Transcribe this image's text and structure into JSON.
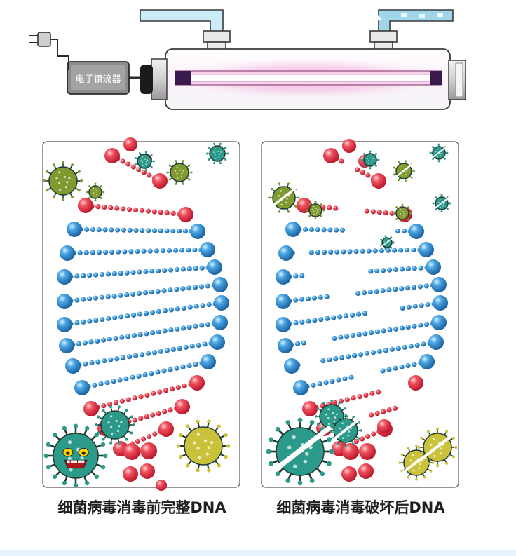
{
  "device": {
    "ballast_label": "电子镇流器"
  },
  "panels": {
    "left_caption": "细菌病毒消毒前完整DNA",
    "right_caption": "细菌病毒消毒破坏后DNA"
  },
  "colors": {
    "red_strand": "#e5303f",
    "blue_strand": "#3f95d6",
    "virus_green": "#2b9a8a",
    "virus_olive": "#7f9a2e",
    "virus_yellow": "#c9c23a",
    "uv_glow": "#f6c6e6",
    "water": "#c9ecf6"
  }
}
